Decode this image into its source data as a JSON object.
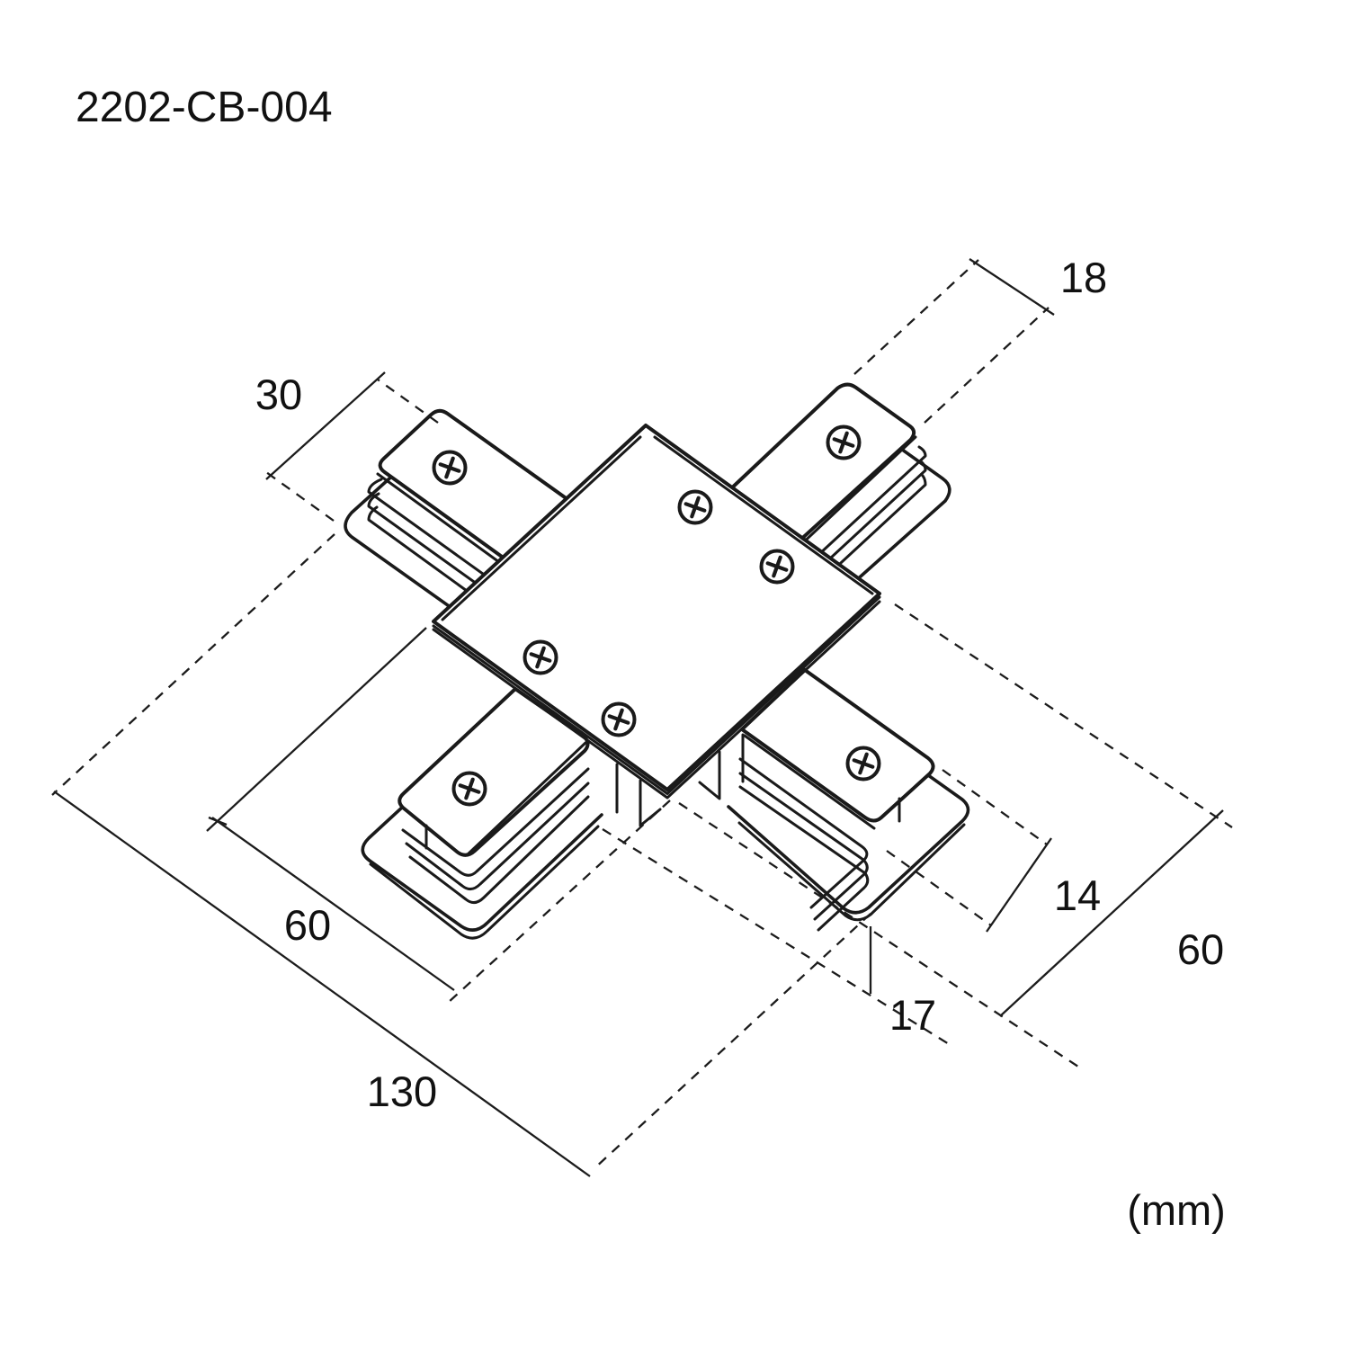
{
  "drawing": {
    "part_number": "2202-CB-004",
    "unit_note": "(mm)",
    "colors": {
      "background": "#ffffff",
      "line": "#1a1a1a",
      "text": "#111111"
    },
    "dimensions": {
      "arm_cap_width_top_right": {
        "value": "18"
      },
      "flange_width_top_left": {
        "value": "30"
      },
      "tongue_width_bottom_right": {
        "value": "14"
      },
      "body_depth_right": {
        "value": "60"
      },
      "overall_height": {
        "value": "17"
      },
      "plate_width_left": {
        "value": "60"
      },
      "total_span": {
        "value": "130"
      }
    }
  }
}
